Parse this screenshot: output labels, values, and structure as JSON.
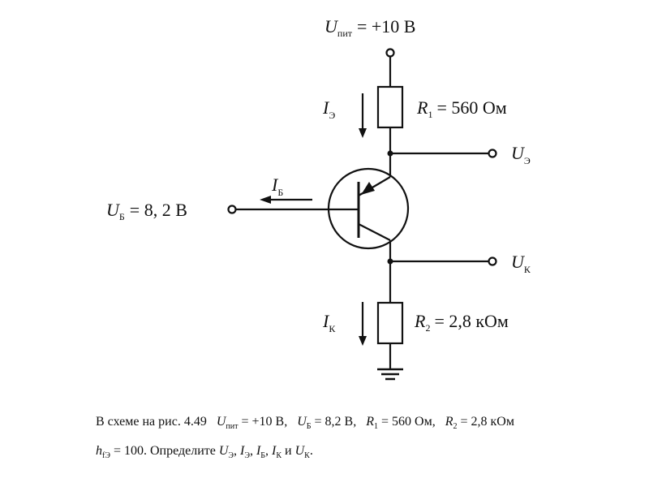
{
  "diagram": {
    "supply": {
      "symbol": "U",
      "sub": "пит",
      "value": "= +10 В"
    },
    "r1": {
      "symbol": "R",
      "sub": "1",
      "value": "= 560 Ом"
    },
    "r2": {
      "symbol": "R",
      "sub": "2",
      "value": "= 2,8 кОм"
    },
    "ie": {
      "symbol": "I",
      "sub": "Э"
    },
    "ib": {
      "symbol": "I",
      "sub": "Б"
    },
    "ik": {
      "symbol": "I",
      "sub": "К"
    },
    "ue": {
      "symbol": "U",
      "sub": "Э"
    },
    "uk": {
      "symbol": "U",
      "sub": "К"
    },
    "ub": {
      "symbol": "U",
      "sub": "Б",
      "value": "= 8, 2 В"
    }
  },
  "problem": {
    "line1": {
      "intro": "В  схеме  на  рис. 4.49",
      "upit": "U",
      "upit_sub": "пит",
      "upit_val": " = +10 В,",
      "ub": "U",
      "ub_sub": "Б",
      "ub_val": " = 8,2 В,",
      "r1": "R",
      "r1_sub": "1",
      "r1_val": " = 560  Ом,",
      "r2": "R",
      "r2_sub": "2",
      "r2_val": " = 2,8  кОм"
    },
    "line2": {
      "h": "h",
      "h_sub": "fЭ",
      "h_val": " = 100",
      "task": ". Определите ",
      "u1": "U",
      "u1_sub": "Э",
      "sep1": ", ",
      "i1": "I",
      "i1_sub": "Э",
      "sep2": ", ",
      "i2": "I",
      "i2_sub": "Б",
      "sep3": ", ",
      "i3": "I",
      "i3_sub": "К",
      "and": " и ",
      "u2": "U",
      "u2_sub": "К",
      "end": "."
    }
  }
}
